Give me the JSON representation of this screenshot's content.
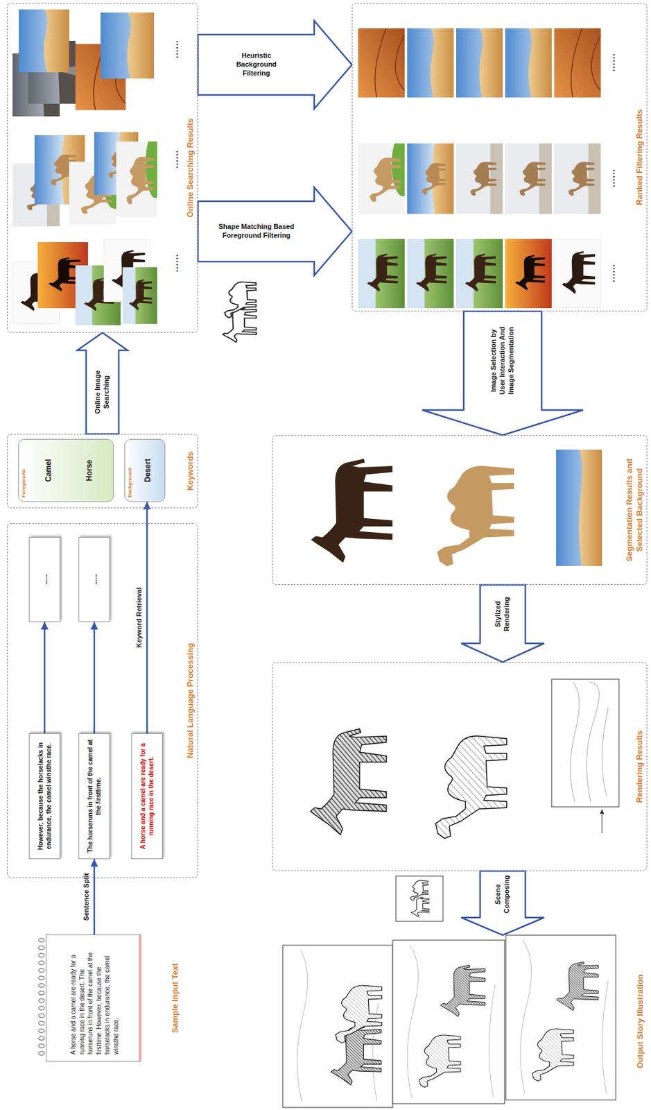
{
  "diagram": {
    "nodes": [
      {
        "text": [
          "Sample Input Text",
          "A horse and a camel are ready for a running race in the desert. The horseruns in front of the camel at the firsttime. However, because the horselacks in endurance, the camel winsthe race."
        ]
      },
      {
        "text": [
          "Natural Language Processing"
        ]
      },
      {
        "text": [
          "However, because the horselacks in endurance, the camel winsthe race."
        ],
        "in": 1
      },
      {
        "text": [
          "The horseruns in front of the camel at the firsttime."
        ],
        "in": 1
      },
      {
        "text": [
          "A horse and a camel are ready for a running race in the desert."
        ],
        "in": 1
      },
      {
        "text": [
          "......"
        ],
        "in": 1
      },
      {
        "text": [
          "......"
        ],
        "in": 1
      },
      {
        "text": [
          "Keywords"
        ]
      },
      {
        "text": [
          "Foreground",
          "Camel",
          "Horse"
        ],
        "in": 7
      },
      {
        "text": [
          "Background",
          "Desert"
        ],
        "in": 7
      },
      {
        "text": [
          "Online Searching Results",
          "......",
          "......",
          "......"
        ]
      },
      {
        "text": [
          "Ranked Filtering Results",
          "......",
          "......",
          "......"
        ]
      },
      {
        "text": [
          "Segmentation Results and Selected Background"
        ]
      },
      {
        "text": [
          "Rendering Results"
        ]
      },
      {
        "text": [
          "Output Story Illustration"
        ]
      }
    ],
    "edges": [
      {
        "from": 0,
        "to": 3,
        "label": "Sentence Split",
        "arrow": "to"
      },
      {
        "from": 2,
        "to": 5,
        "arrow": "to"
      },
      {
        "from": 3,
        "to": 6,
        "arrow": "to"
      },
      {
        "from": 4,
        "to": 9,
        "label": "Keyword Retrieval",
        "arrow": "to"
      },
      {
        "from": 7,
        "to": 10,
        "label": "Online Image Searching",
        "arrow": "to"
      },
      {
        "from": 10,
        "to": 11,
        "label": "Heuristic Background Filtering",
        "arrow": "to"
      },
      {
        "from": 10,
        "to": 11,
        "label": "Shape Matching Based Foreground Filtering",
        "arrow": "to"
      },
      {
        "from": 11,
        "to": 12,
        "label": "Image Selection by User Interaction And Image Segmentation",
        "arrow": "to"
      },
      {
        "from": 12,
        "to": 13,
        "label": "Stylized Rendering",
        "arrow": "to"
      },
      {
        "from": 13,
        "to": 14,
        "label": "Scene Composing",
        "arrow": "to"
      }
    ]
  }
}
